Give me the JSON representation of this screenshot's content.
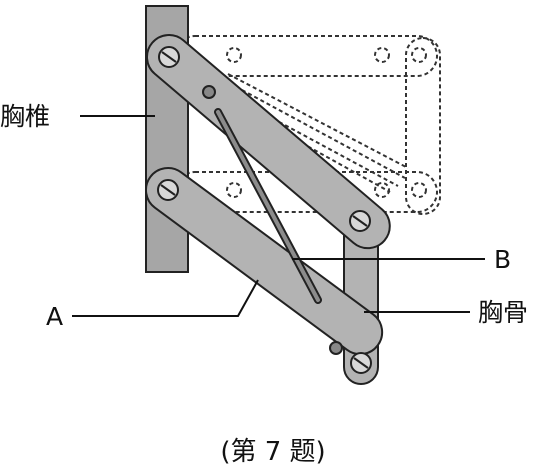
{
  "labels": {
    "spine": "胸椎",
    "sternum": "胸骨",
    "a": "A",
    "b": "B"
  },
  "caption": "(第 7 题)",
  "colors": {
    "bar_fill": "#b3b3b3",
    "bar_stroke": "#222222",
    "spine_fill": "#a6a6a6",
    "dashed": "#333333",
    "line": "#111111"
  }
}
